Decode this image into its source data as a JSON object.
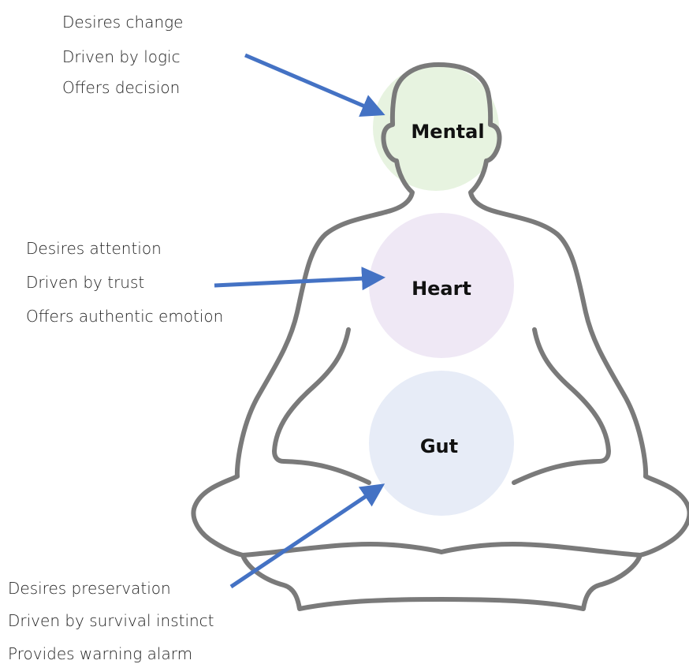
{
  "colors": {
    "outline": "#7a7a7a",
    "arrow": "#4472c4",
    "mental_circle": "#e6f2de",
    "heart_circle": "#efe8f5",
    "gut_circle": "#e7ecf7",
    "text": "#222222"
  },
  "centers": [
    {
      "label": "Mental",
      "lines": [
        "Desires change",
        "Driven by logic",
        "Offers decision"
      ]
    },
    {
      "label": "Heart",
      "lines": [
        "Desires attention",
        "Driven by trust",
        "Offers authentic emotion"
      ]
    },
    {
      "label": "Gut",
      "lines": [
        "Desires preservation",
        "Driven by survival instinct",
        "Provides warning alarm"
      ]
    }
  ]
}
